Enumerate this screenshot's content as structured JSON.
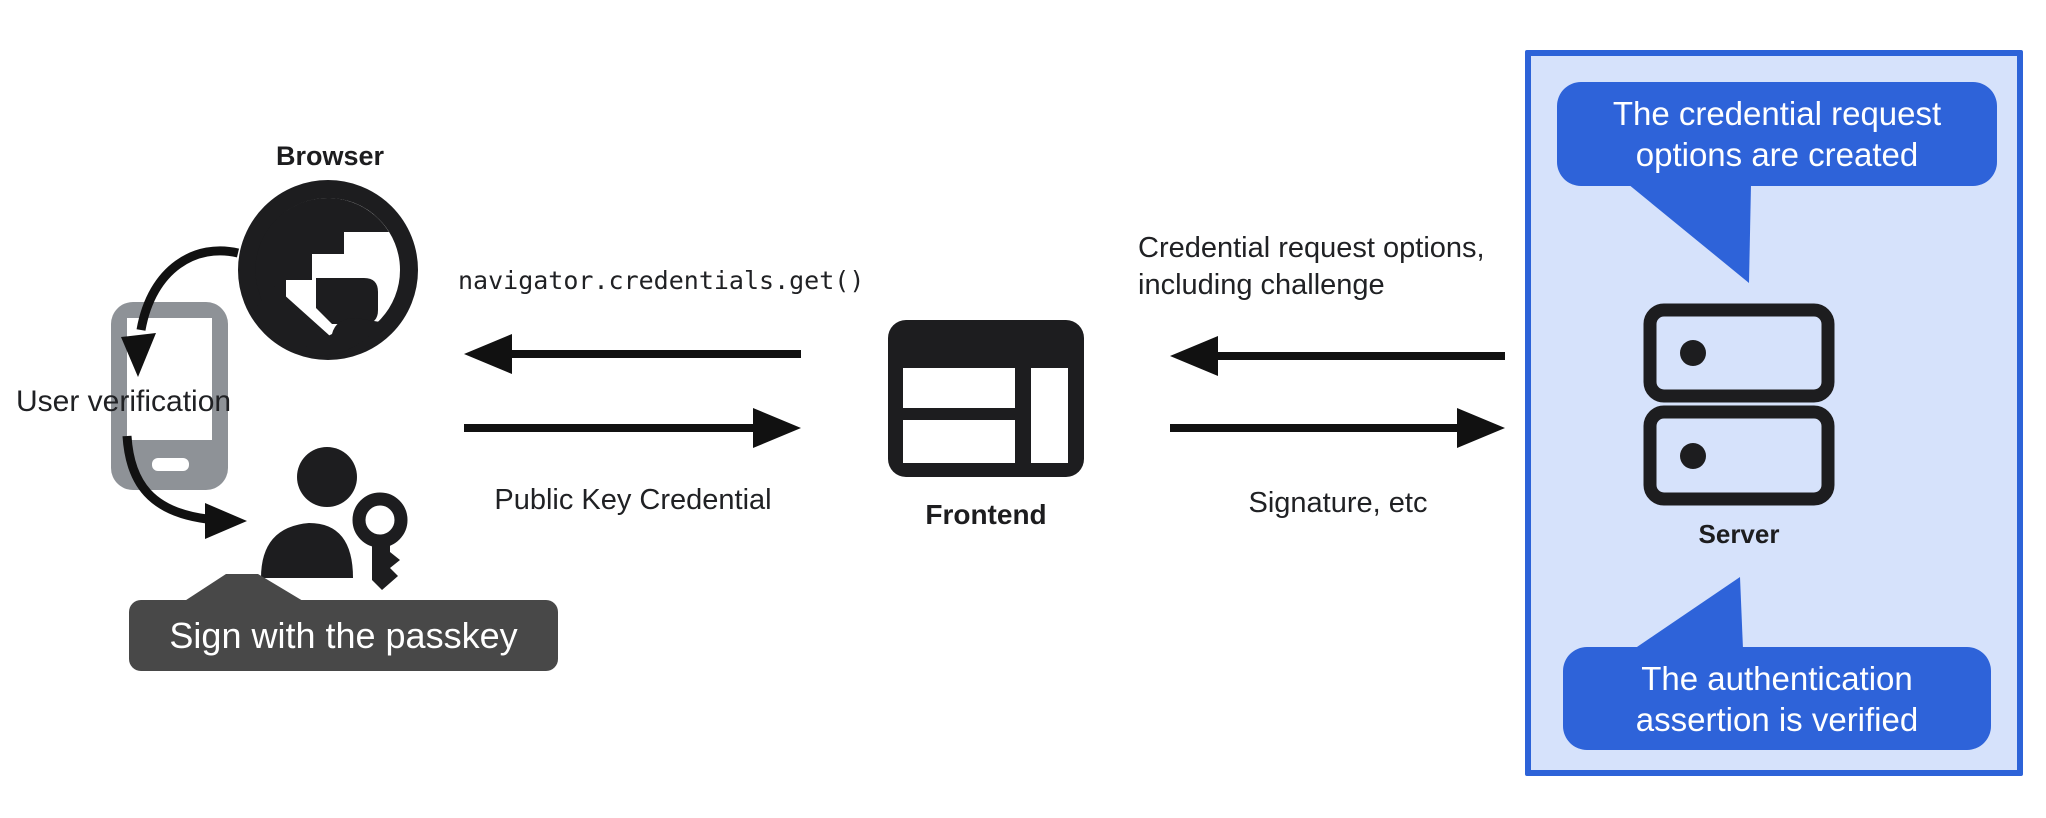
{
  "diagram": {
    "actors": {
      "browser": "Browser",
      "frontend": "Frontend",
      "server": "Server"
    },
    "annotations": {
      "user_verification": "User verification",
      "sign_tooltip": "Sign with the passkey"
    },
    "messages": {
      "get_call": "navigator.credentials.get()",
      "public_key_credential": "Public Key Credential",
      "request_options_line1": "Credential request options,",
      "request_options_line2": "including challenge",
      "signature": "Signature, etc"
    },
    "callouts": {
      "created_line1": "The credential request",
      "created_line2": "options are created",
      "verified_line1": "The authentication",
      "verified_line2": "assertion is verified"
    },
    "icons": {
      "browser": "globe-icon",
      "user_device": "smartphone-icon",
      "user": "person-icon",
      "passkey": "key-icon",
      "frontend": "browser-window-icon",
      "server": "server-stack-icon"
    },
    "colors": {
      "ink": "#1d1d1f",
      "text": "#202124",
      "accent_blue": "#2d63d8",
      "panel_fill": "#d6e2fb",
      "callout_blue": "#2e63d9",
      "tooltip_gray": "#484848",
      "phone_gray": "#8e9297",
      "white": "#ffffff"
    }
  }
}
